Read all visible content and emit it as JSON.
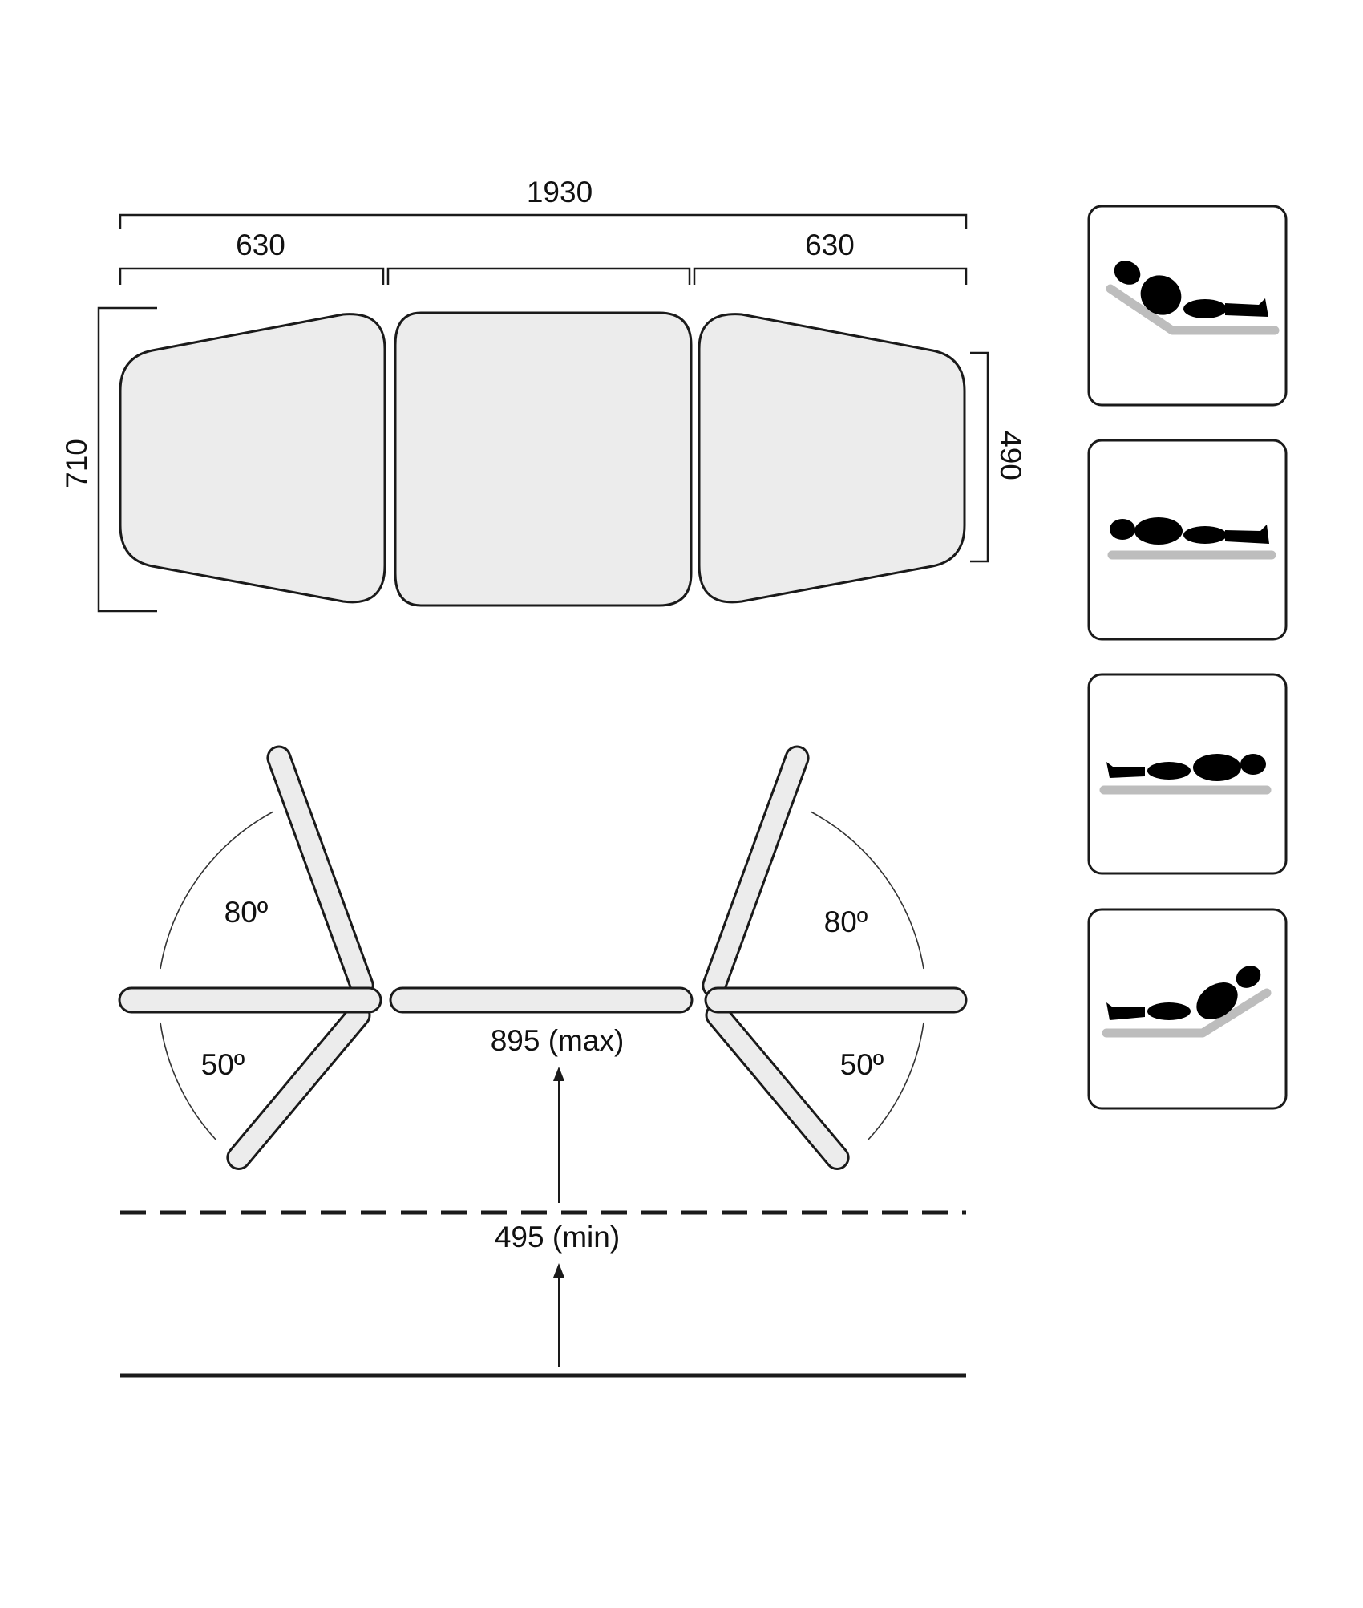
{
  "colors": {
    "panel_fill": "#ececec",
    "stroke": "#1a1a1a",
    "bed_gray": "#bdbdbd",
    "figure": "#000000"
  },
  "dimensions": {
    "total_length": "1930",
    "head_section": "630",
    "foot_section": "630",
    "width_max": "710",
    "width_min": "490"
  },
  "angles": {
    "left_up": "80º",
    "left_down": "50º",
    "right_up": "80º",
    "right_down": "50º"
  },
  "height": {
    "max": "895 (max)",
    "min": "495 (min)"
  },
  "positions": [
    {
      "icon": "head-raised-position-icon"
    },
    {
      "icon": "flat-supine-position-icon"
    },
    {
      "icon": "flat-reversed-position-icon"
    },
    {
      "icon": "foot-raised-position-icon"
    }
  ]
}
